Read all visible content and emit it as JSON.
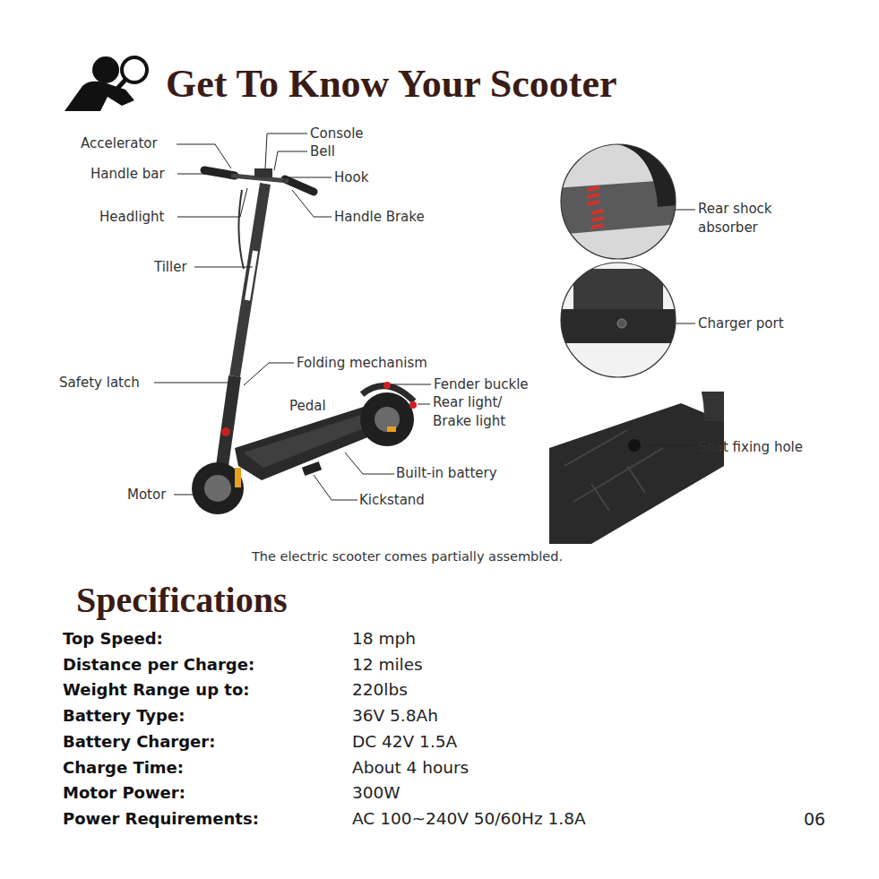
{
  "diagram": {
    "title": "Get To Know Your Scooter",
    "caption": "The electric scooter comes partially assembled.",
    "labels": [
      "Accelerator",
      "Console",
      "Bell",
      "Handle bar",
      "Hook",
      "Headlight",
      "Handle Brake",
      "Tiller",
      "Rear shock absorber",
      "Charger port",
      "Folding mechanism",
      "Safety latch",
      "Fender buckle",
      "Rear light/ Brake light",
      "Pedal",
      "Built-in battery",
      "Motor",
      "Kickstand",
      "Seat fixing hole",
      "Specifications",
      "Top Speed:",
      "18 mph",
      "Distance per Charge:",
      "12 miles",
      "Weight Range up to:",
      "220lbs",
      "Battery Type:",
      "36V 5.8Ah",
      "Battery Charger:",
      "DC 42V 1.5A",
      "Charge Time:",
      "About 4 hours",
      "Motor Power:",
      "300W",
      "Power Requirements:",
      "AC 100~240V 50/60Hz 1.8A",
      "06"
    ]
  }
}
